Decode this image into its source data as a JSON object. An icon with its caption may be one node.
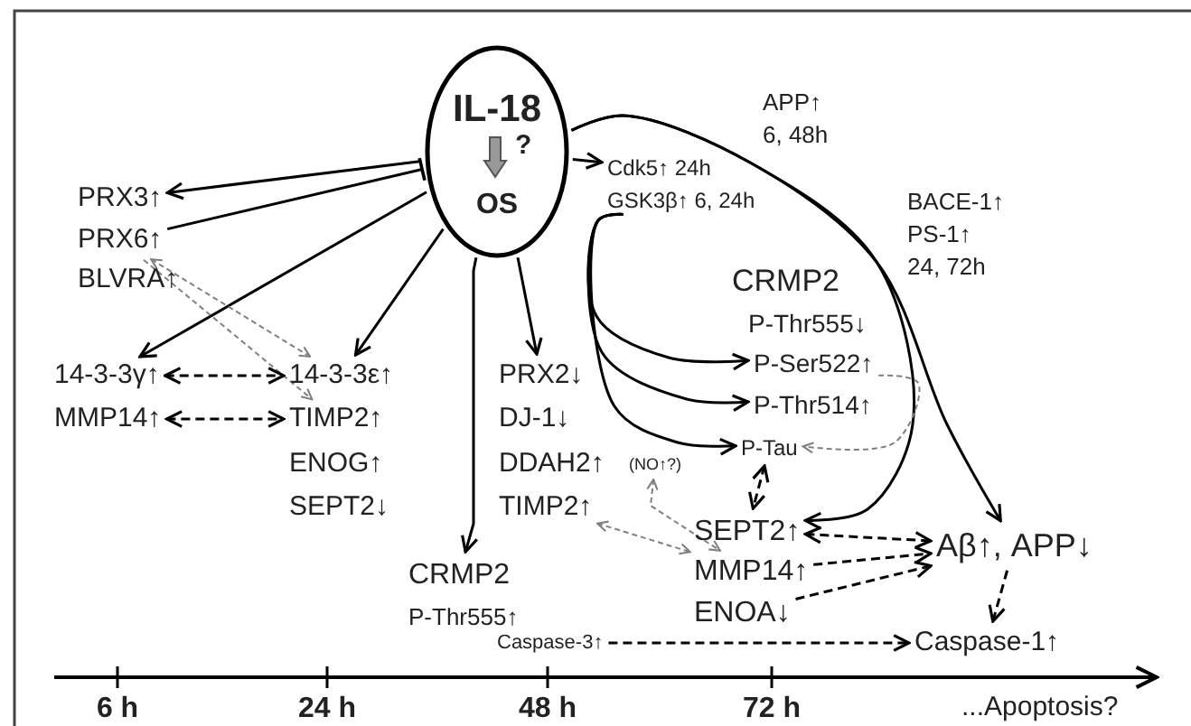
{
  "diagram": {
    "nodes": [
      {
        "text": [
          "IL-18",
          "?",
          "OS"
        ]
      },
      {
        "text": [
          "PRX3↑"
        ]
      },
      {
        "text": [
          "PRX6↑"
        ]
      },
      {
        "text": [
          "BLVRA↑"
        ]
      },
      {
        "text": [
          "14-3-3γ↑"
        ]
      },
      {
        "text": [
          "MMP14↑"
        ]
      },
      {
        "text": [
          "14-3-3ε↑"
        ]
      },
      {
        "text": [
          "TIMP2↑"
        ]
      },
      {
        "text": [
          "ENOG↑"
        ]
      },
      {
        "text": [
          "SEPT2↓"
        ]
      },
      {
        "text": [
          "PRX2↓"
        ]
      },
      {
        "text": [
          "DJ-1↓"
        ]
      },
      {
        "text": [
          "DDAH2↑"
        ]
      },
      {
        "text": [
          "(NO↑?)"
        ]
      },
      {
        "text": [
          "TIMP2↑"
        ]
      },
      {
        "text": [
          "CRMP2"
        ]
      },
      {
        "text": [
          "P-Thr555↑"
        ]
      },
      {
        "text": [
          "Caspase-3↑"
        ]
      },
      {
        "text": [
          "Cdk5↑ 24h"
        ]
      },
      {
        "text": [
          "GSK3β↑ 6, 24h"
        ]
      },
      {
        "text": [
          "CRMP2"
        ]
      },
      {
        "text": [
          "P-Thr555↓"
        ]
      },
      {
        "text": [
          "P-Ser522↑"
        ]
      },
      {
        "text": [
          "P-Thr514↑"
        ]
      },
      {
        "text": [
          "P-Tau"
        ]
      },
      {
        "text": [
          "SEPT2↑"
        ]
      },
      {
        "text": [
          "MMP14↑"
        ]
      },
      {
        "text": [
          "ENOA↓"
        ]
      },
      {
        "text": [
          "Aβ↑, APP↓"
        ]
      },
      {
        "text": [
          "Caspase-1↑"
        ]
      }
    ],
    "edges": [
      {
        "from": 0,
        "to": 1,
        "arrow": "to"
      },
      {
        "from": 2,
        "to": 0,
        "arrow": "other"
      },
      {
        "from": 0,
        "to": 4,
        "arrow": "to"
      },
      {
        "from": 0,
        "to": 6,
        "arrow": "to"
      },
      {
        "from": 0,
        "to": 15,
        "arrow": "to"
      },
      {
        "from": 0,
        "to": 10,
        "arrow": "to"
      },
      {
        "from": 0,
        "to": 18,
        "arrow": "to"
      },
      {
        "from": 0,
        "to": 28,
        "arrow": "to"
      },
      {
        "from": 6,
        "to": 2,
        "arrow": "both",
        "style": "dashed",
        "color": "#808080"
      },
      {
        "from": 2,
        "to": 7,
        "arrow": "to",
        "style": "dashed",
        "color": "#808080"
      },
      {
        "from": 4,
        "to": 6,
        "arrow": "both",
        "style": "dashed"
      },
      {
        "from": 5,
        "to": 7,
        "arrow": "both",
        "style": "dashed"
      },
      {
        "from": 19,
        "to": 22,
        "arrow": "to"
      },
      {
        "from": 19,
        "to": 23,
        "arrow": "to"
      },
      {
        "from": 19,
        "to": 24,
        "arrow": "to"
      },
      {
        "from": 0,
        "to": 25,
        "arrow": "to"
      },
      {
        "from": 22,
        "to": 24,
        "arrow": "to",
        "style": "dashed",
        "color": "#808080"
      },
      {
        "from": 24,
        "to": 25,
        "arrow": "both",
        "style": "dashed"
      },
      {
        "from": 13,
        "to": 26,
        "arrow": "both",
        "style": "dashed",
        "color": "#808080"
      },
      {
        "from": 14,
        "to": 26,
        "arrow": "both",
        "style": "dashed",
        "color": "#808080"
      },
      {
        "from": 25,
        "to": 28,
        "arrow": "both",
        "style": "dashed"
      },
      {
        "from": 26,
        "to": 28,
        "arrow": "to",
        "style": "dashed"
      },
      {
        "from": 27,
        "to": 28,
        "arrow": "to",
        "style": "dashed"
      },
      {
        "from": 28,
        "to": 29,
        "arrow": "to",
        "style": "dashed"
      },
      {
        "from": 17,
        "to": 29,
        "arrow": "to",
        "style": "dashed"
      }
    ],
    "labels": [
      "APP↑",
      "6, 48h",
      "BACE-1↑",
      "PS-1↑",
      "24, 72h",
      "6 h",
      "24 h",
      "48 h",
      "72 h",
      "...Apoptosis?"
    ]
  }
}
